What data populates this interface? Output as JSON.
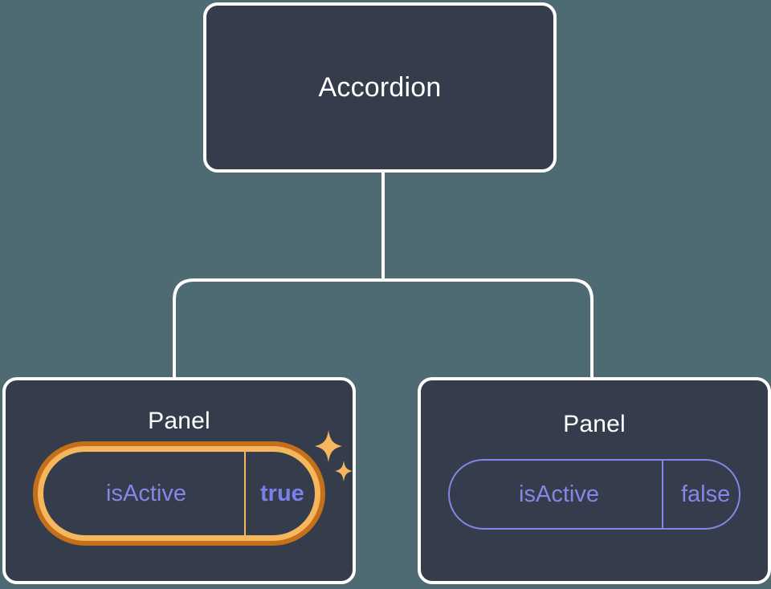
{
  "theme": {
    "background": "#4e6a72",
    "node_fill": "#353c4b",
    "node_border": "#ffffff",
    "node_title_color": "#ffffff",
    "prop_color": "#8287e8",
    "highlight_inner": "#f6b65e",
    "highlight_outer": "#c4701b",
    "sparkle_color": "#f6b65e"
  },
  "tree": {
    "root": {
      "title": "Accordion"
    },
    "children": [
      {
        "title": "Panel",
        "highlighted": true,
        "prop": {
          "key": "isActive",
          "value": "true"
        },
        "sparkle_large": "sparkle-icon",
        "sparkle_small": "sparkle-icon"
      },
      {
        "title": "Panel",
        "highlighted": false,
        "prop": {
          "key": "isActive",
          "value": "false"
        }
      }
    ]
  }
}
